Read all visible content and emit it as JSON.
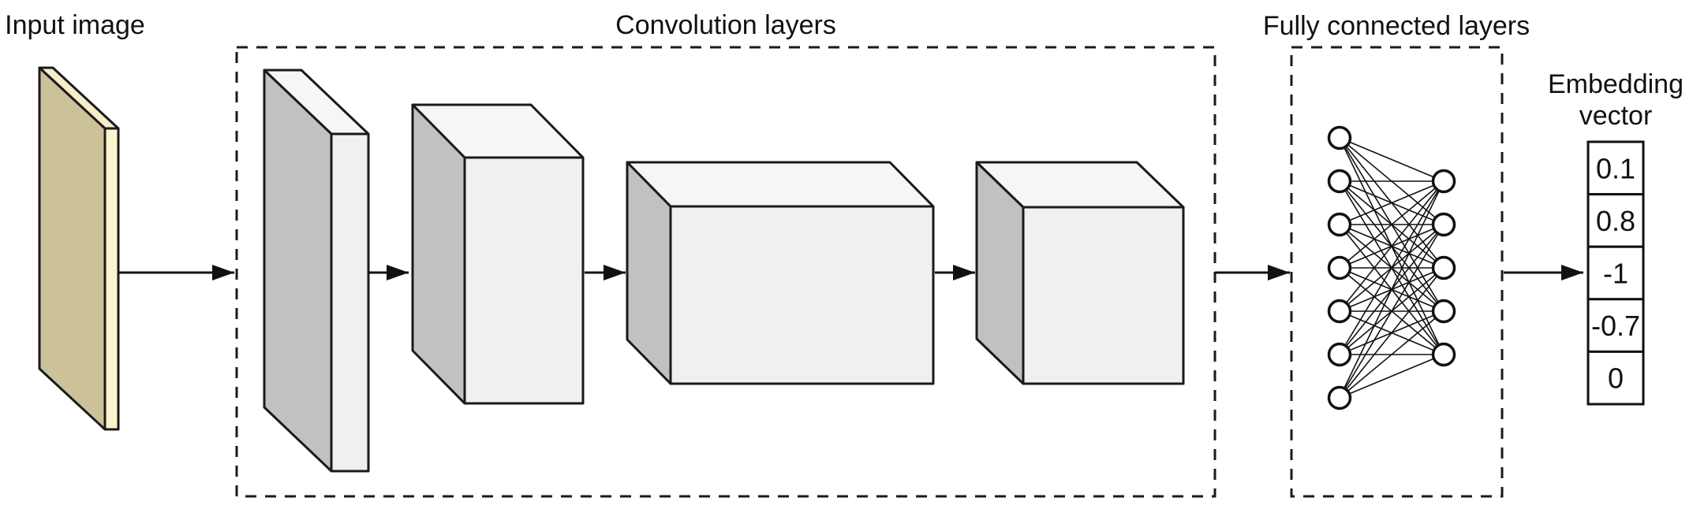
{
  "diagram": {
    "labels": {
      "input_image": "Input image",
      "convolution_layers": "Convolution layers",
      "fully_connected_layers": "Fully connected layers",
      "embedding_vector_line1": "Embedding",
      "embedding_vector_line2": "vector"
    },
    "embedding_vector": {
      "values": [
        "0.1",
        "0.8",
        "-1",
        "-0.7",
        "0"
      ]
    },
    "fully_connected": {
      "input_nodes": 7,
      "output_nodes": 5
    },
    "colors": {
      "input_slab_left": "#CBC29A",
      "input_slab_front": "#FCF3CF",
      "input_slab_top": "#F6EDC9",
      "conv_box_left": "#C1C1C1",
      "conv_box_front": "#F0F0F0",
      "conv_box_top": "#F6F6F6",
      "outline": "#1A1A1A",
      "background": "#FFFFFF"
    }
  }
}
